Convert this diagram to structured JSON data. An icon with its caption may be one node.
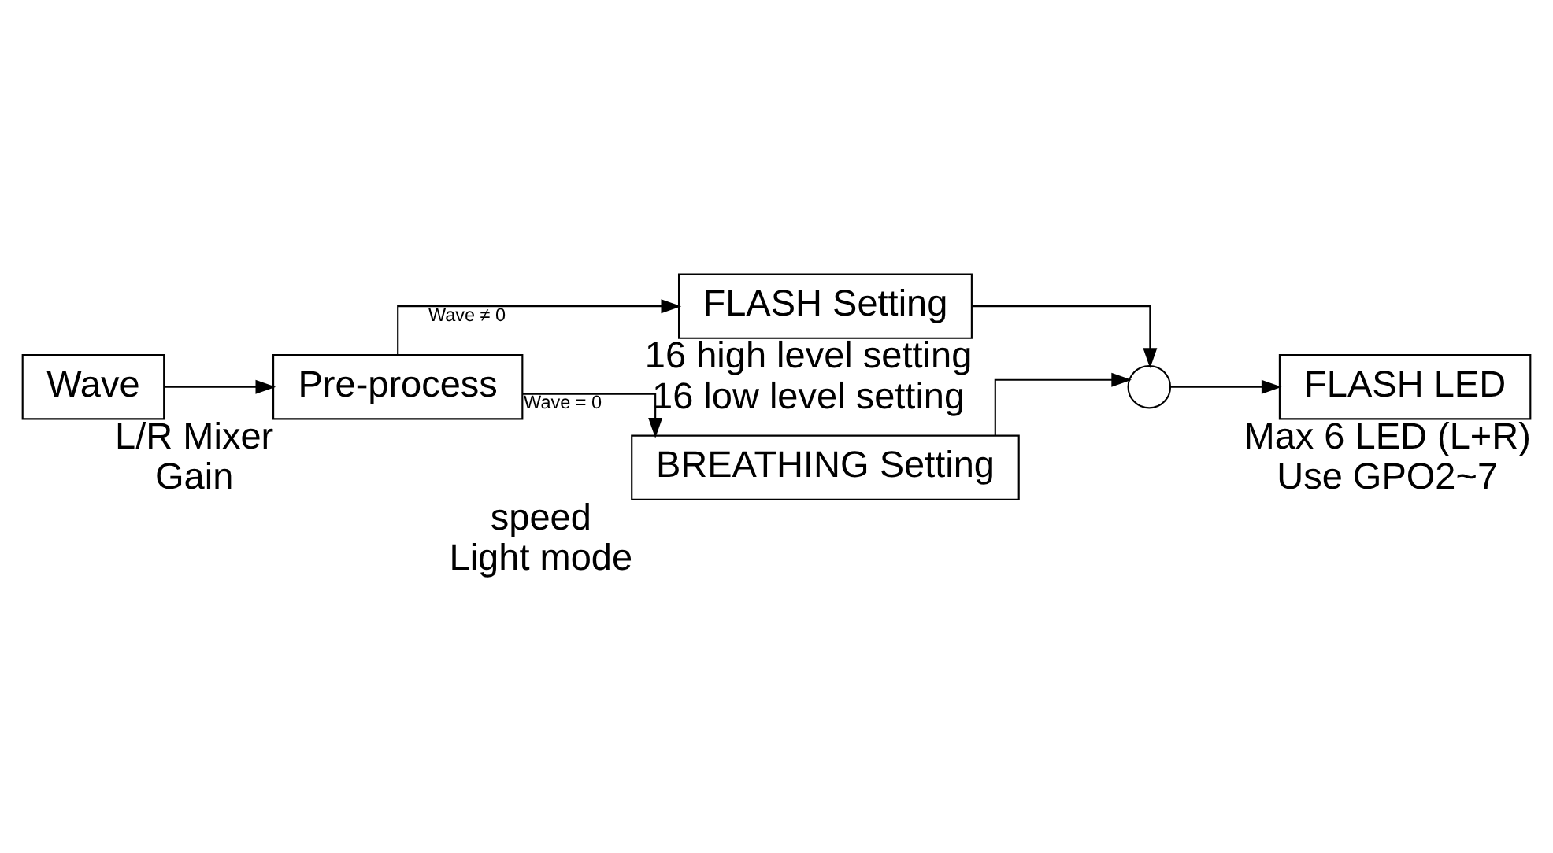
{
  "diagram": {
    "nodes": [
      {
        "text": [
          "Wave"
        ]
      },
      {
        "text": [
          "Pre-process"
        ],
        "beside": [
          "L/R Mixer",
          "Gain"
        ]
      },
      {
        "text": [
          "FLASH Setting"
        ],
        "beside": [
          "16 high level setting",
          "16 low level setting"
        ]
      },
      {
        "text": [
          "BREATHING Setting"
        ],
        "beside": [
          "speed",
          "Light mode"
        ]
      },
      {
        "text": [],
        "shape": "circle"
      },
      {
        "text": [
          "FLASH LED"
        ],
        "beside": [
          "Max 6 LED (L+R)",
          "Use GPO2~7"
        ]
      }
    ],
    "edges": [
      {
        "from": 0,
        "to": 1,
        "arrow": "to"
      },
      {
        "from": 1,
        "to": 2,
        "arrow": "to",
        "label": "Wave ≠ 0"
      },
      {
        "from": 1,
        "to": 3,
        "arrow": "to",
        "label": "Wave = 0"
      },
      {
        "from": 2,
        "to": 4,
        "arrow": "to"
      },
      {
        "from": 3,
        "to": 4,
        "arrow": "to"
      },
      {
        "from": 4,
        "to": 5,
        "arrow": "to"
      }
    ]
  }
}
